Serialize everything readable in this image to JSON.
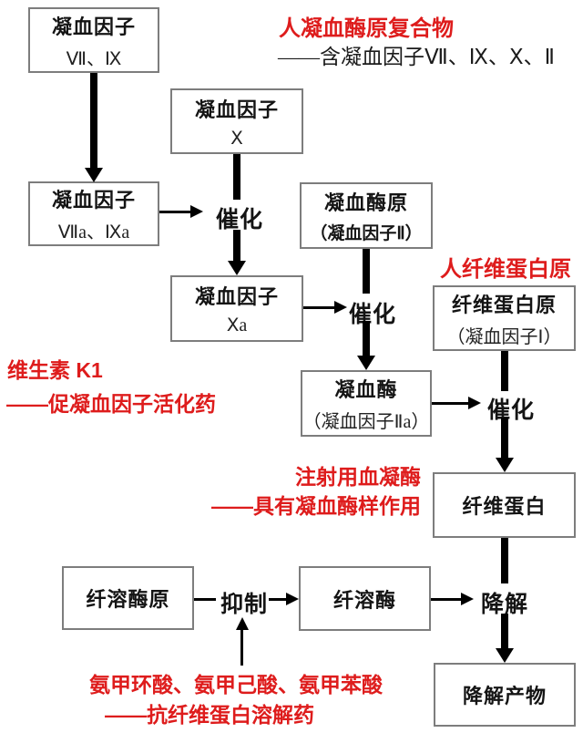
{
  "colors": {
    "red": "#de1c1c",
    "ink": "#141414",
    "box_border": "#7d7d7d",
    "arrow": "#000000"
  },
  "boxes": [
    {
      "title": "凝血因子",
      "sub": "Ⅶ、Ⅸ"
    },
    {
      "title": "凝血因子",
      "sub": "Ⅹ"
    },
    {
      "title": "凝血因子",
      "sub": "Ⅶa、Ⅸa"
    },
    {
      "title": "凝血因子",
      "sub": "Ⅹa"
    },
    {
      "title": "凝血酶原",
      "sub": "（凝血因子Ⅱ）"
    },
    {
      "title": "纤维蛋白原",
      "sub": "（凝血因子Ⅰ）"
    },
    {
      "title": "凝血酶",
      "sub": "（凝血因子Ⅱa）"
    },
    {
      "title": "纤维蛋白"
    },
    {
      "title": "纤溶酶原"
    },
    {
      "title": "纤溶酶"
    },
    {
      "title": "降解产物"
    }
  ],
  "flow_labels": {
    "catalyze": "催化",
    "inhibit": "抑制",
    "degrade": "降解"
  },
  "annotations": {
    "prothrombin_complex": {
      "title": "人凝血酶原复合物",
      "desc": "——含凝血因子Ⅶ、Ⅸ、Ⅹ、Ⅱ"
    },
    "fibrinogen": {
      "title": "人纤维蛋白原"
    },
    "vitamin_k1": {
      "title": "维生素 K1",
      "desc": "——促凝血因子活化药"
    },
    "hemocoagulase": {
      "title": "注射用血凝酶",
      "desc": "——具有凝血酶样作用"
    },
    "antifibrinolytics": {
      "title": "氨甲环酸、氨甲己酸、氨甲苯酸",
      "desc": "——抗纤维蛋白溶解药"
    }
  }
}
